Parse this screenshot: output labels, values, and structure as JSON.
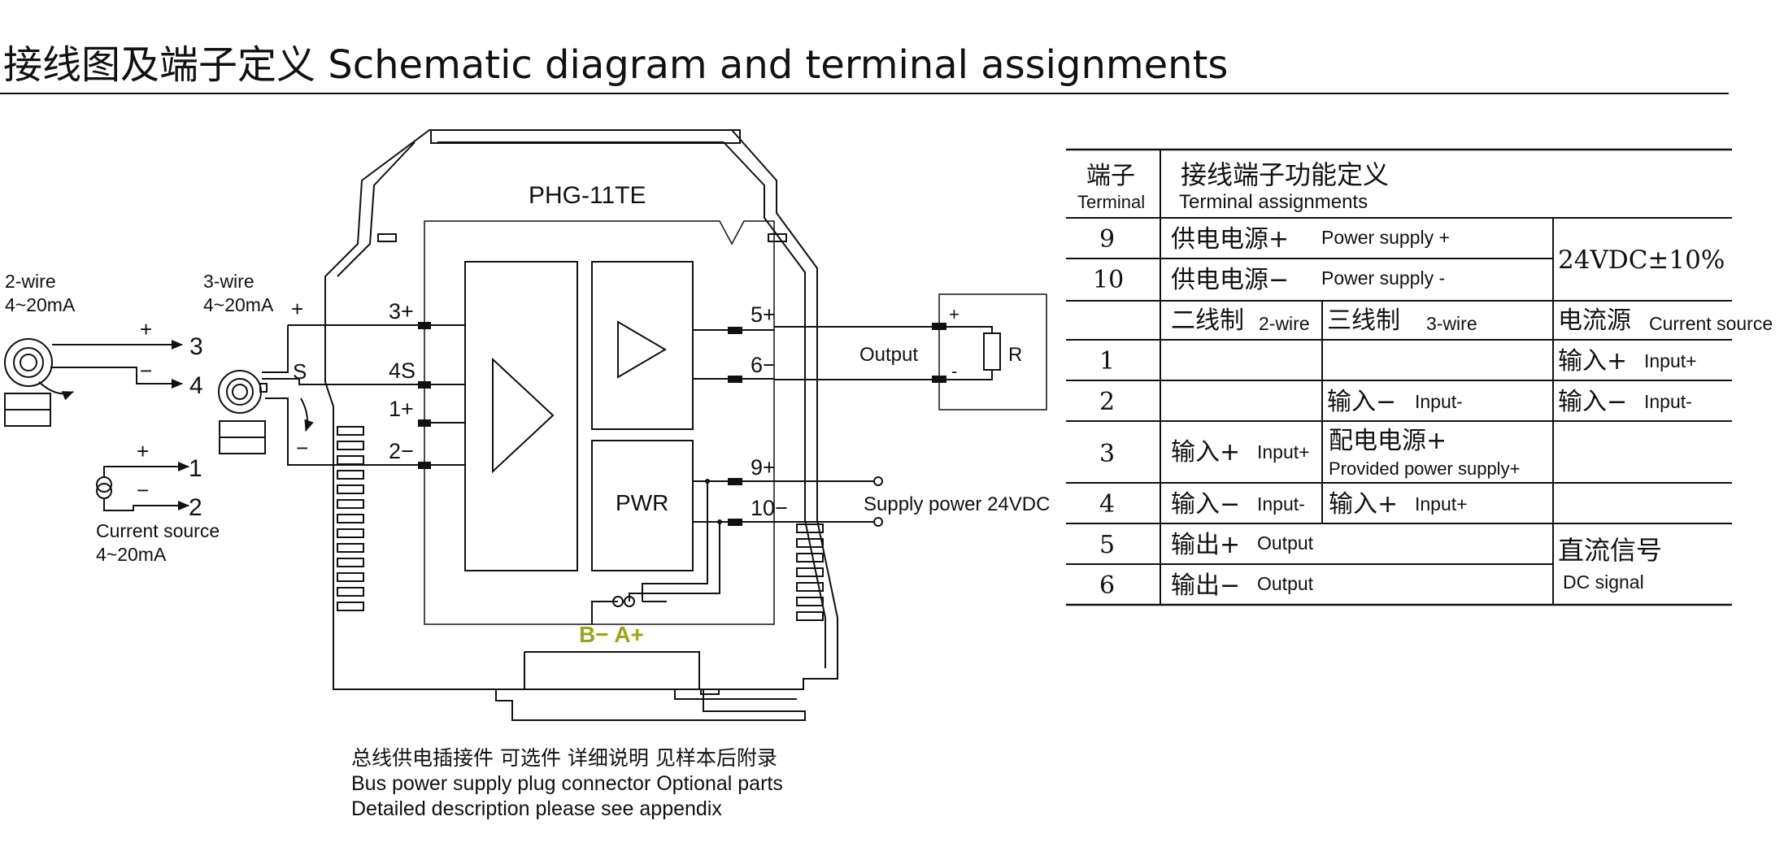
{
  "title": "接线图及端子定义  Schematic diagram and terminal assignments",
  "device": {
    "model": "PHG-11TE",
    "pwr_label": "PWR",
    "bus_label": "B−  A+",
    "bus_label_color": "#9aa41c",
    "terminals_left": [
      "3+",
      "4S",
      "1+",
      "2−"
    ],
    "terminals_right": [
      "5+",
      "6−",
      "9+",
      "10−"
    ]
  },
  "inputs": {
    "two_wire": {
      "label_line1": "2-wire",
      "label_line2": "4~20mA",
      "plus": "+",
      "minus": "−",
      "term_a": "3",
      "term_b": "4"
    },
    "three_wire": {
      "label_line1": "3-wire",
      "label_line2": "4~20mA",
      "plus": "+",
      "s": "S",
      "minus": "−"
    },
    "current_source": {
      "label_line1": "Current source",
      "label_line2": "4~20mA",
      "plus": "+",
      "minus": "−",
      "term_a": "1",
      "term_b": "2"
    }
  },
  "output": {
    "label": "Output",
    "plus": "+",
    "minus": "-",
    "resistor": "R"
  },
  "supply_label": "Supply power 24VDC",
  "notes": {
    "cn": "总线供电插接件  可选件  详细说明  见样本后附录",
    "en1": "Bus power supply plug connector  Optional parts",
    "en2": "Detailed description please see appendix"
  },
  "table": {
    "header_terminal_cn": "端子",
    "header_terminal_en": "Terminal",
    "header_func_cn": "接线端子功能定义",
    "header_func_en": "Terminal assignments",
    "rows": {
      "r9": {
        "term": "9",
        "cn": "供电电源+",
        "en": "Power supply +"
      },
      "r10": {
        "term": "10",
        "cn": "供电电源−",
        "en": "Power supply  -"
      },
      "supply_value": "24VDC±10%",
      "mode_two_cn": "二线制",
      "mode_two_en": "2-wire",
      "mode_three_cn": "三线制",
      "mode_three_en": "3-wire",
      "mode_cs_cn": "电流源",
      "mode_cs_en": "Current source",
      "r1": {
        "term": "1",
        "cs_cn": "输入+",
        "cs_en": "Input+"
      },
      "r2": {
        "term": "2",
        "three_cn": "输入−",
        "three_en": "Input-",
        "cs_cn": "输入−",
        "cs_en": "Input-"
      },
      "r3": {
        "term": "3",
        "two_cn": "输入+",
        "two_en": "Input+",
        "three_cn": "配电电源+",
        "three_en": "Provided power supply+"
      },
      "r4": {
        "term": "4",
        "two_cn": "输入−",
        "two_en": "Input-",
        "three_cn": "输入+",
        "three_en": "Input+"
      },
      "r5": {
        "term": "5",
        "cn": "输出+",
        "en": "Output"
      },
      "r6": {
        "term": "6",
        "cn": "输出−",
        "en": "Output"
      },
      "dc_cn": "直流信号",
      "dc_en": "DC signal"
    }
  }
}
